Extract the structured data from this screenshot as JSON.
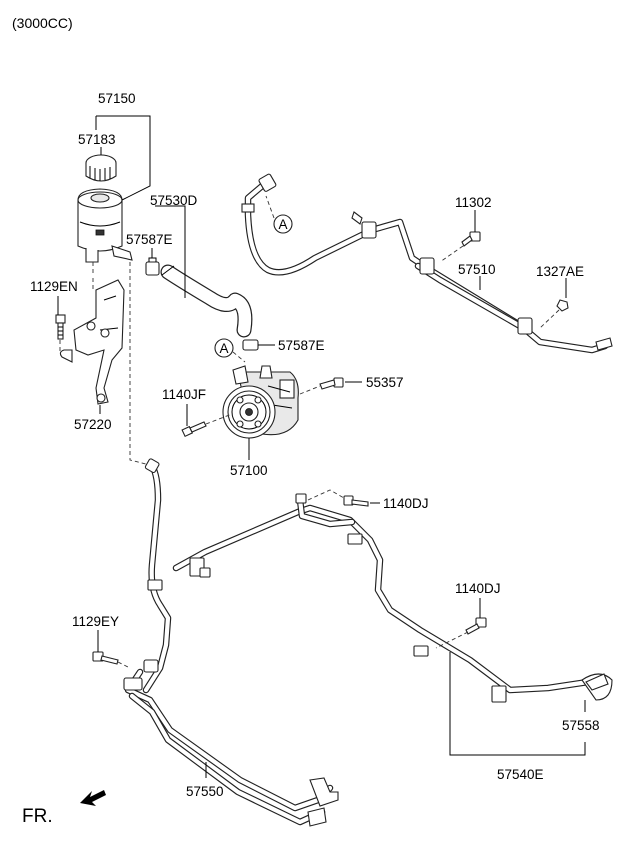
{
  "header": {
    "engine": "(3000CC)"
  },
  "labels": {
    "p57150": "57150",
    "p57183": "57183",
    "p57530D": "57530D",
    "p57587E_a": "57587E",
    "p57587E_b": "57587E",
    "p11302": "11302",
    "p57510": "57510",
    "p1327AE": "1327AE",
    "p1129EN": "1129EN",
    "p57220": "57220",
    "p1140JF": "1140JF",
    "p55357": "55357",
    "p57100": "57100",
    "p1140DJ_a": "1140DJ",
    "p1140DJ_b": "1140DJ",
    "p1129EY": "1129EY",
    "p57558": "57558",
    "p57540E": "57540E",
    "p57550": "57550"
  },
  "callouts": {
    "a1": "A",
    "a2": "A"
  },
  "footer": {
    "front": "FR."
  }
}
